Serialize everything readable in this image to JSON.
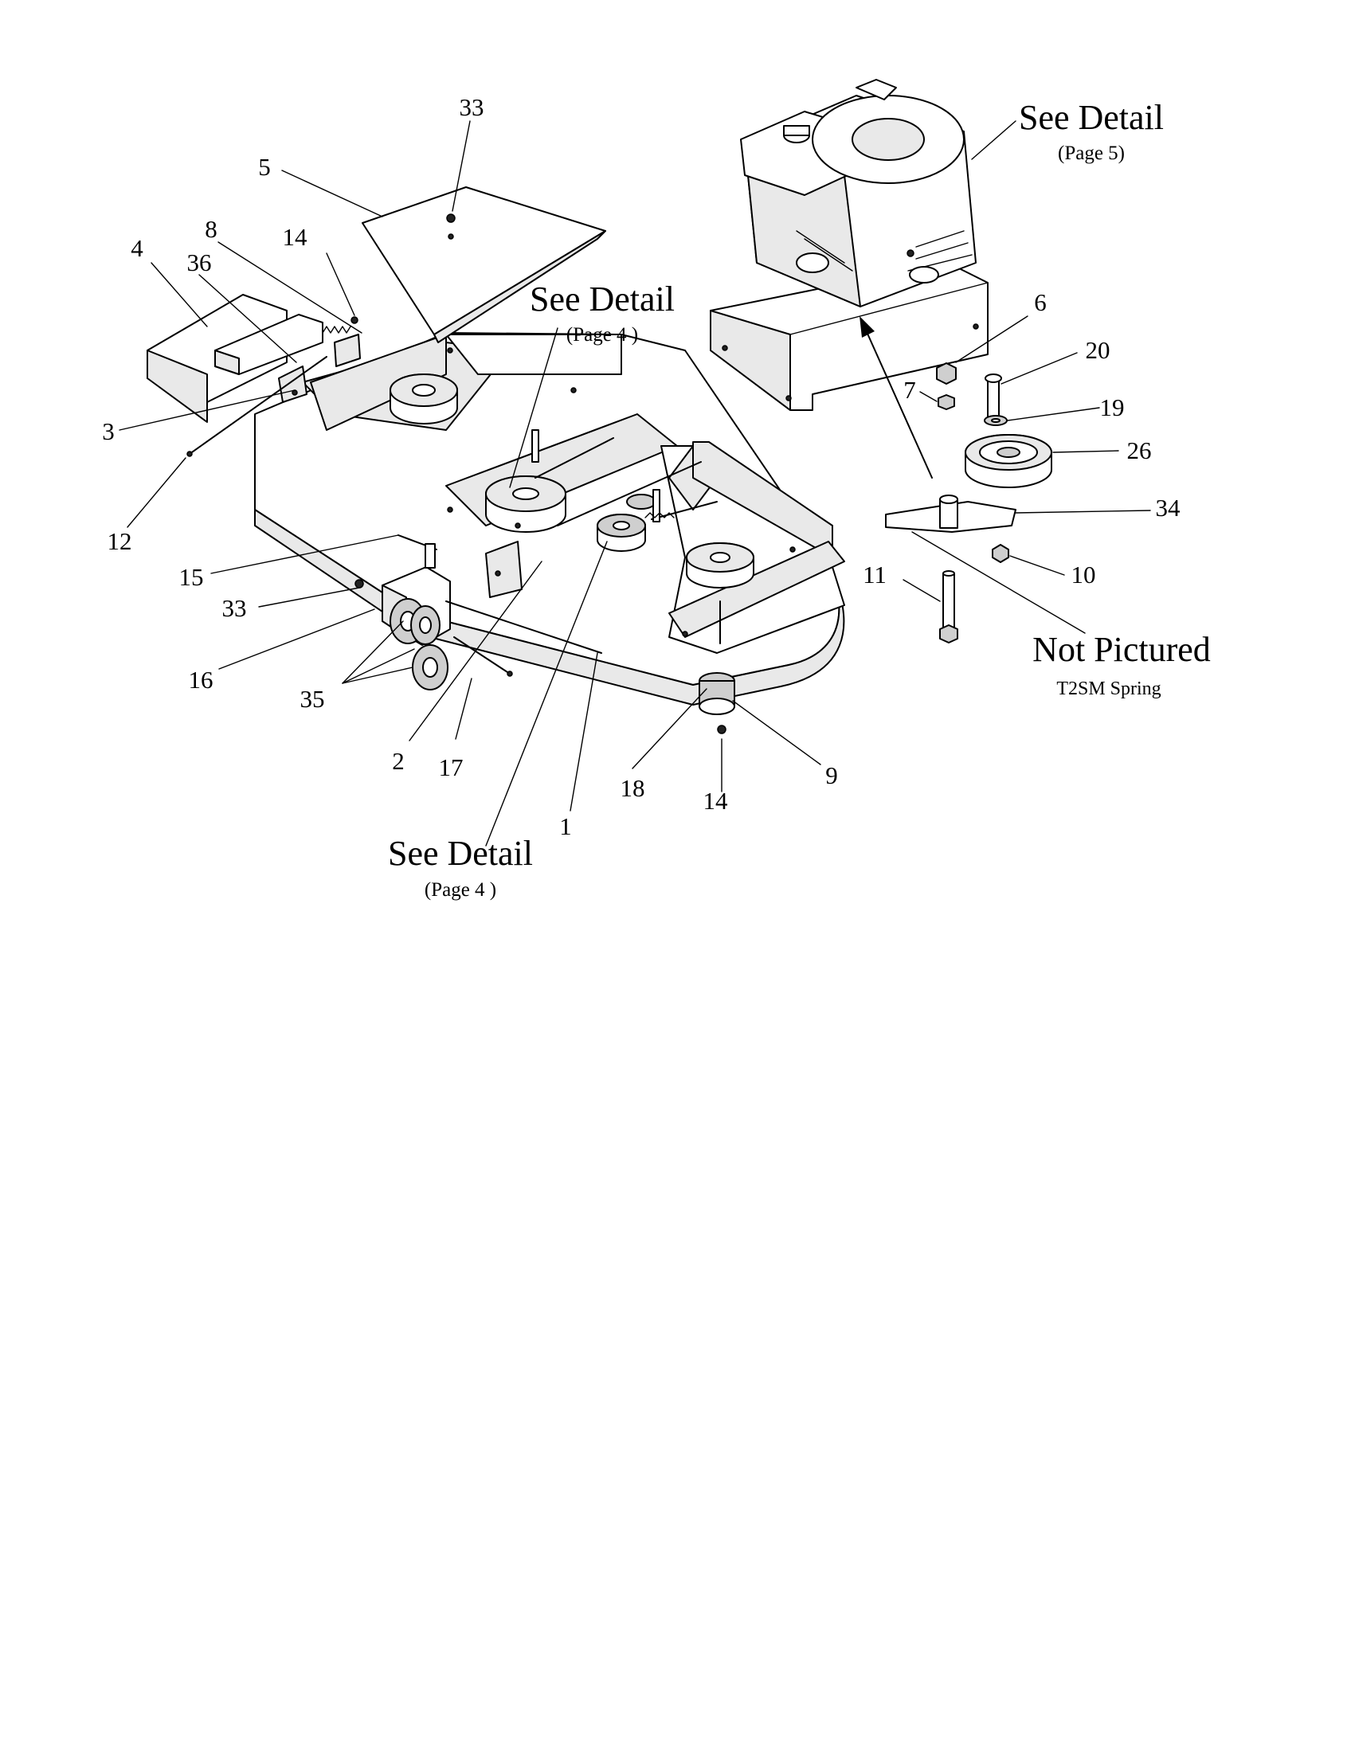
{
  "callouts": {
    "c33a": "33",
    "c5": "5",
    "c8": "8",
    "c14a": "14",
    "c4": "4",
    "c36": "36",
    "c3": "3",
    "c12": "12",
    "c15": "15",
    "c33b": "33",
    "c16": "16",
    "c35": "35",
    "c2": "2",
    "c17": "17",
    "c1": "1",
    "c18": "18",
    "c14b": "14",
    "c9": "9",
    "c6": "6",
    "c20": "20",
    "c7": "7",
    "c19": "19",
    "c26": "26",
    "c34": "34",
    "c11": "11",
    "c10": "10"
  },
  "notes": {
    "see_detail": "See Detail",
    "page_prefix": "(Page",
    "page_close": ")",
    "page_4": "4",
    "page_5": "5",
    "not_pictured": "Not Pictured",
    "not_pictured_item": "T2SM Spring"
  }
}
